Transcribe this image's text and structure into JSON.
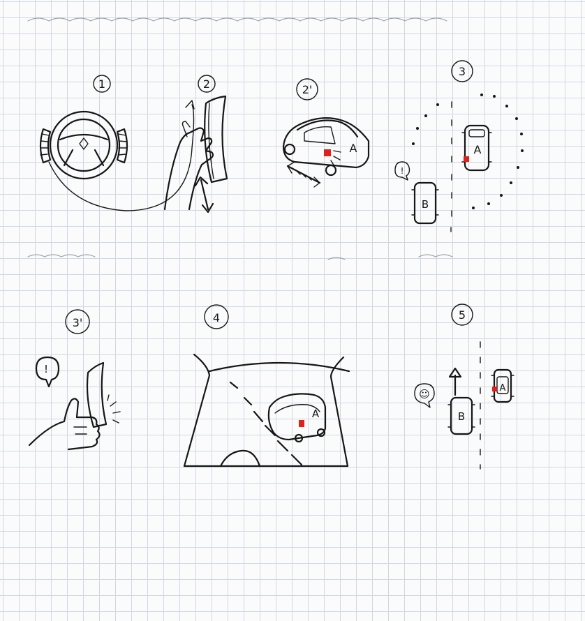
{
  "panels": [
    {
      "id": "panel-1",
      "number": "1"
    },
    {
      "id": "panel-2",
      "number": "2"
    },
    {
      "id": "panel-2prime",
      "number": "2'"
    },
    {
      "id": "panel-3",
      "number": "3"
    },
    {
      "id": "panel-3prime",
      "number": "3'"
    },
    {
      "id": "panel-4",
      "number": "4"
    },
    {
      "id": "panel-5",
      "number": "5"
    }
  ],
  "car_labels": {
    "a": "A",
    "b": "B"
  },
  "speech": {
    "alert": "!",
    "smile": "☺"
  },
  "colors": {
    "ink": "#161616",
    "marker": "#e0201b",
    "grid": "#cfd8e3"
  }
}
